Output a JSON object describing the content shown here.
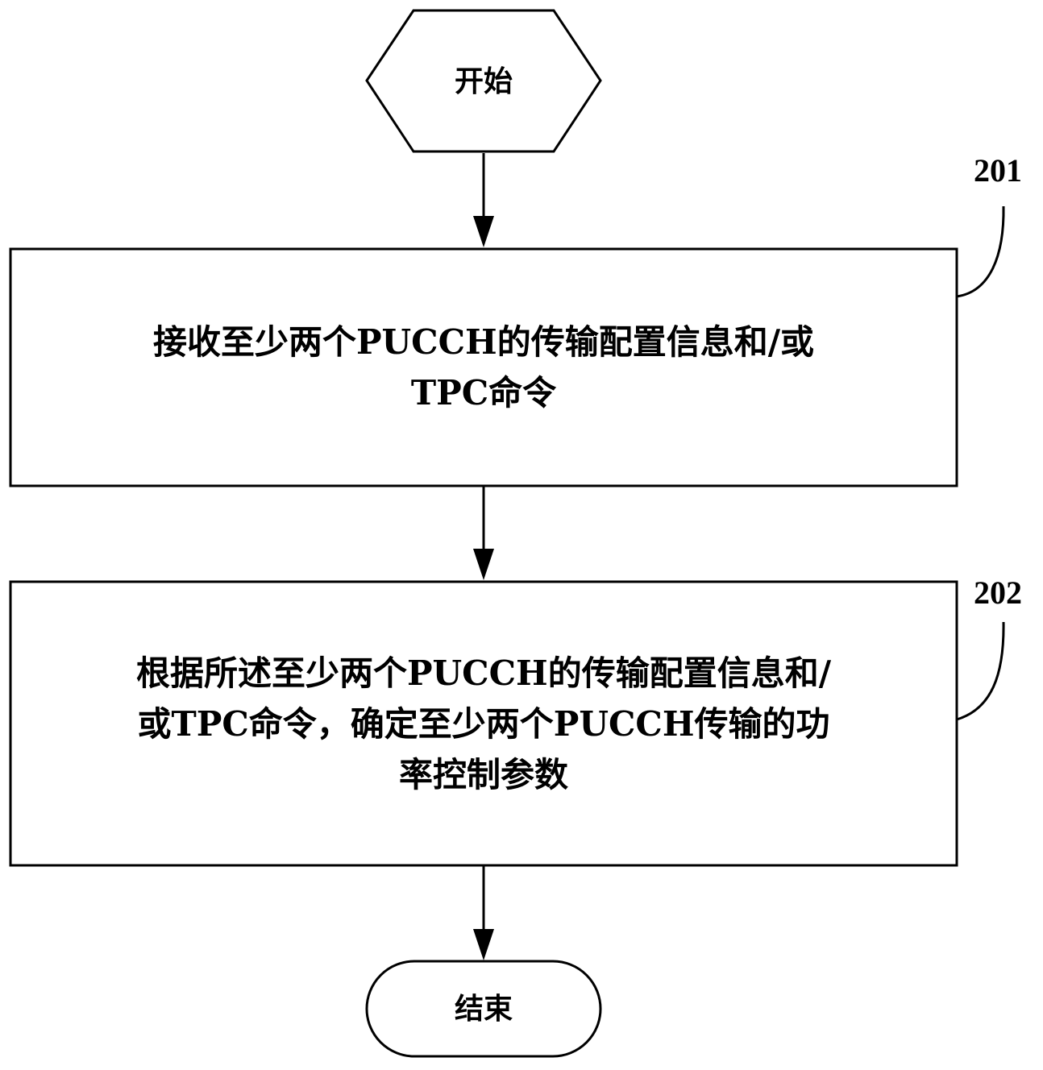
{
  "start": {
    "label": "开始"
  },
  "steps": [
    {
      "id_label": "201",
      "lines": [
        "接收至少两个PUCCH的传输配置信息和/或",
        "TPC命令"
      ]
    },
    {
      "id_label": "202",
      "lines": [
        "根据所述至少两个PUCCH的传输配置信息和/",
        "或TPC命令，确定至少两个PUCCH传输的功",
        "率控制参数"
      ]
    }
  ],
  "end": {
    "label": "结束"
  },
  "colors": {
    "stroke": "#000000",
    "background": "#ffffff"
  }
}
